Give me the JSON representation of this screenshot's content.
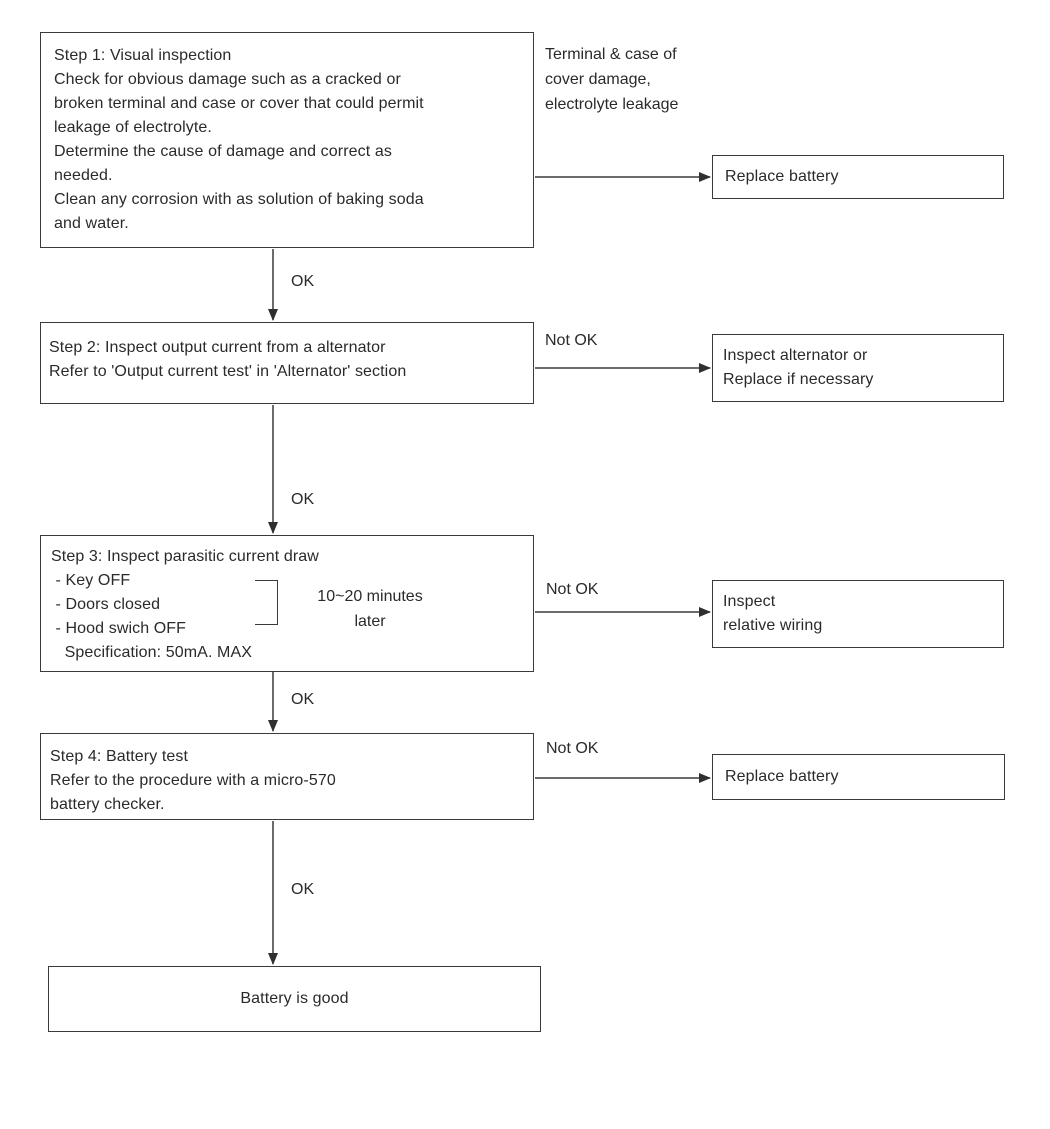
{
  "nodes": {
    "step1": "Step 1: Visual inspection\nCheck for obvious damage such as a cracked or\nbroken terminal and case or cover that could permit\nleakage of electrolyte.\nDetermine the cause of damage and correct as\nneeded.\nClean any corrosion with as solution of baking soda\nand water.",
    "step2": "Step 2: Inspect output current from a alternator\nRefer to 'Output current test' in 'Alternator' section",
    "step3": "Step 3: Inspect parasitic current draw\n - Key OFF\n - Doors closed\n - Hood swich OFF\n   Specification: 50mA. MAX",
    "step3_note": "10~20 minutes\nlater",
    "step4": "Step 4: Battery test\nRefer to the procedure with a micro-570\nbattery checker.",
    "battery_good": "Battery is good",
    "replace_battery_top": "Replace battery",
    "inspect_alternator": "Inspect alternator or\nReplace if necessary",
    "inspect_wiring": "Inspect\nrelative wiring",
    "replace_battery_bottom": "Replace battery"
  },
  "labels": {
    "terminal_damage": "Terminal & case of\ncover damage,\nelectrolyte leakage",
    "ok_1": "OK",
    "ok_2": "OK",
    "ok_3": "OK",
    "ok_4": "OK",
    "not_ok_2": "Not OK",
    "not_ok_3": "Not OK",
    "not_ok_4": "Not OK"
  },
  "colors": {
    "line": "#3a3a3a",
    "text": "#2a2a2a",
    "background": "#ffffff"
  }
}
